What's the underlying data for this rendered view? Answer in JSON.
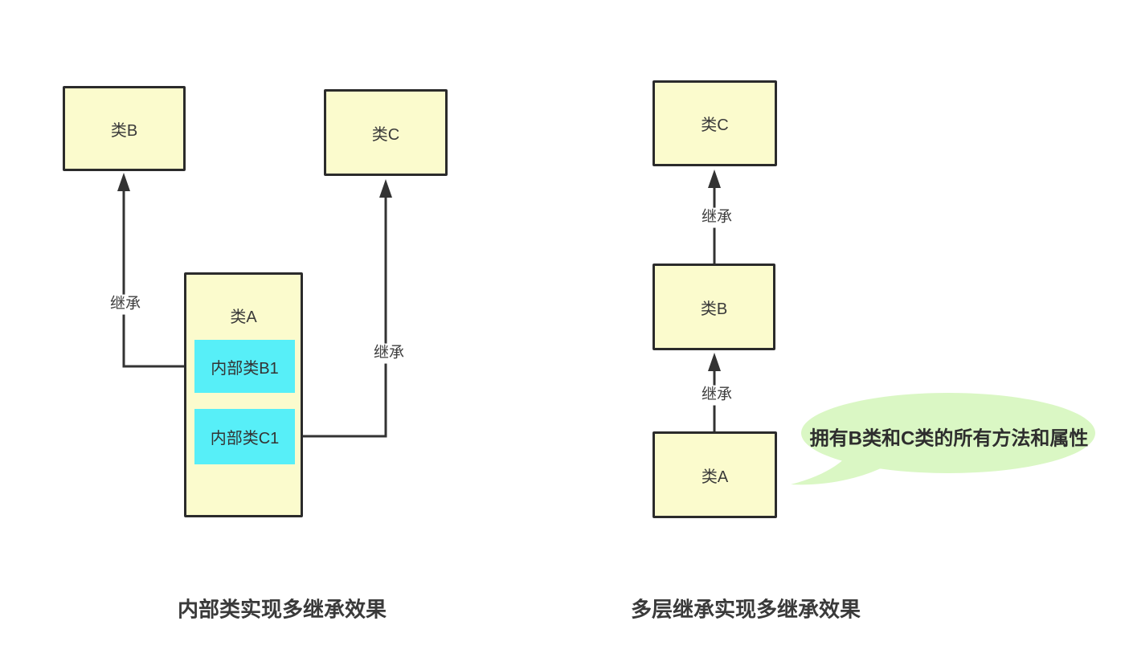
{
  "colors": {
    "class_box_fill": "#FBFBCD",
    "class_box_border": "#2B2B2B",
    "inner_box_fill": "#57EFF8",
    "bubble_fill": "#DAF7C4",
    "edge_line": "#333333",
    "text": "#3A3A3A"
  },
  "left_diagram": {
    "caption": "内部类实现多继承效果",
    "class_b_label": "类B",
    "class_c_label": "类C",
    "class_a_label": "类A",
    "inner_b1_label": "内部类B1",
    "inner_c1_label": "内部类C1",
    "edge_b_label": "继承",
    "edge_c_label": "继承"
  },
  "right_diagram": {
    "caption": "多层继承实现多继承效果",
    "class_c_label": "类C",
    "class_b_label": "类B",
    "class_a_label": "类A",
    "edge_cb_label": "继承",
    "edge_ba_label": "继承",
    "bubble_text": "拥有B类和C类的所有方法和属性"
  }
}
